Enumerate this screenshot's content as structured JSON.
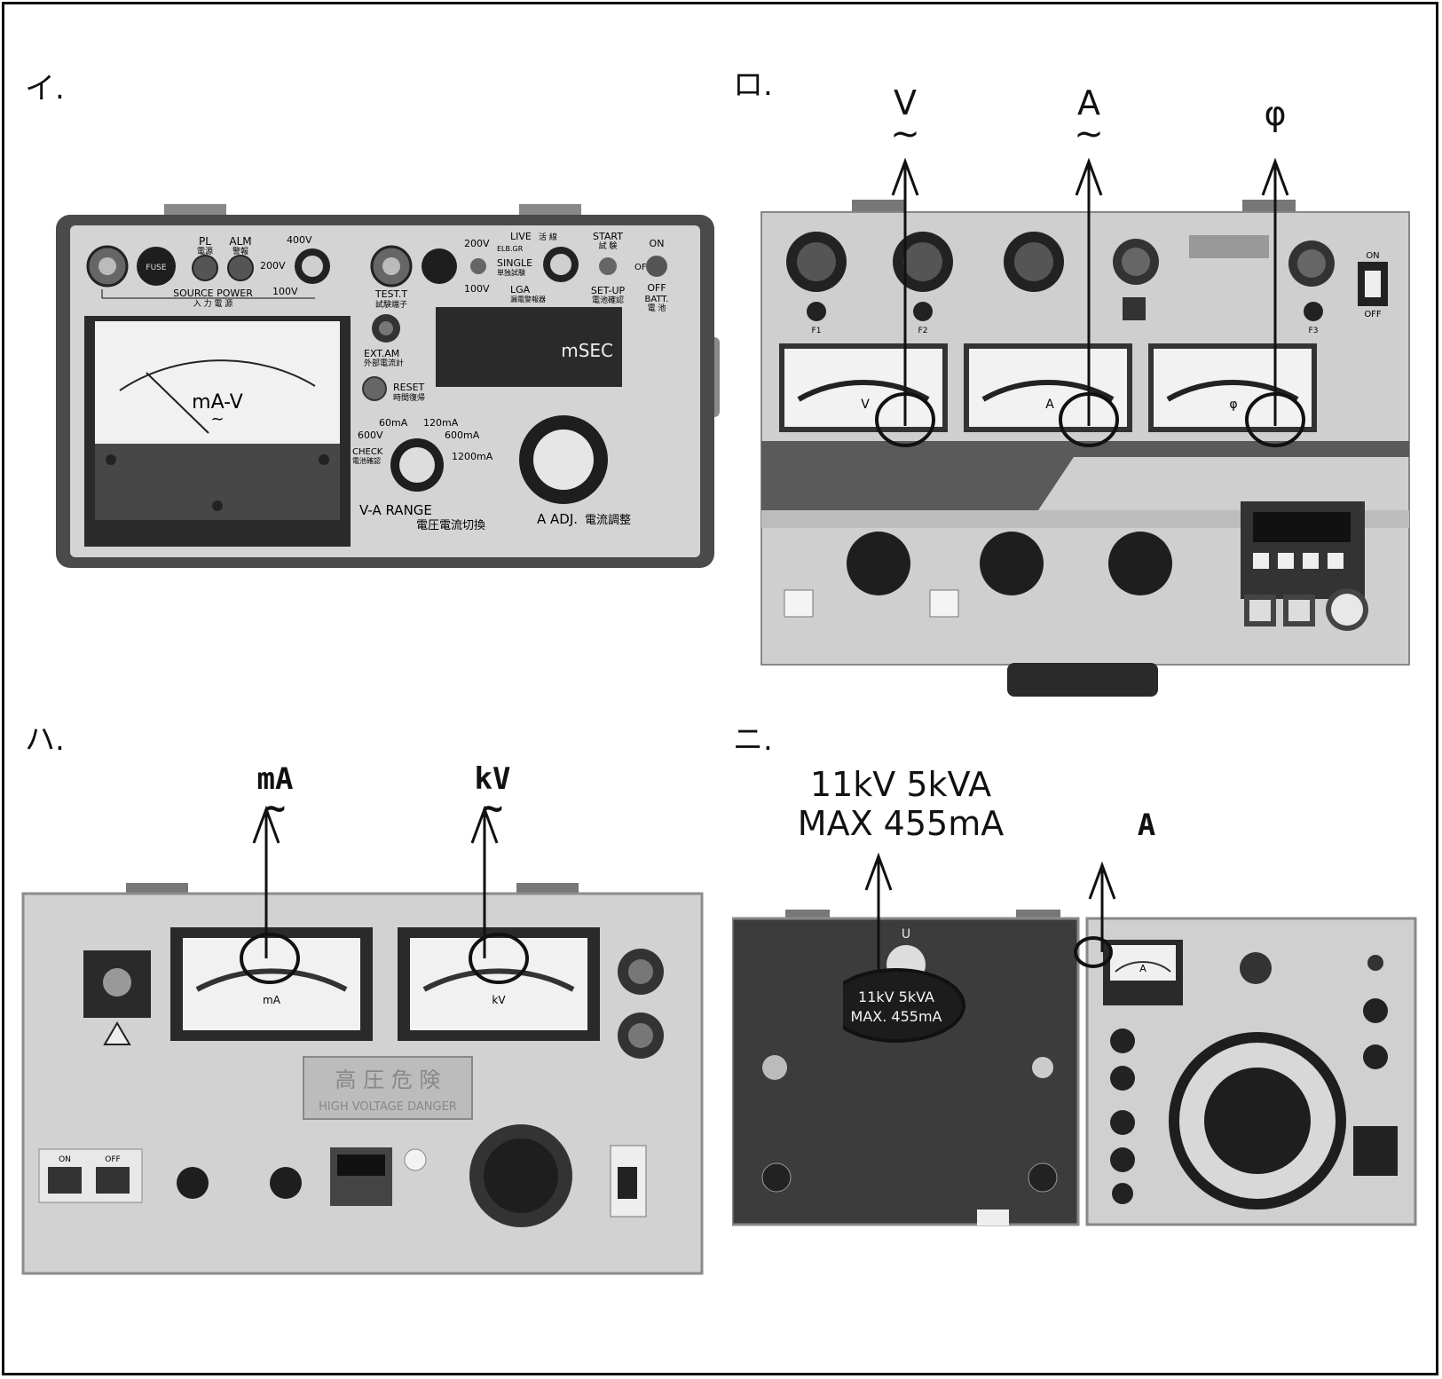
{
  "labels": {
    "i": "イ.",
    "ro": "ロ.",
    "ha": "ハ.",
    "ni": "ニ."
  },
  "panel_i": {
    "pl": "PL",
    "pl_jp": "電源",
    "alm": "ALM",
    "alm_jp": "警報",
    "v400": "400V",
    "v200": "200V",
    "v100": "100V",
    "source_power": "SOURCE POWER",
    "source_power_jp": "入 力 電 源",
    "test_t": "TEST.T",
    "test_t_jp": "試験端子",
    "live": "LIVE",
    "live_jp": "活 線",
    "v200b": "200V",
    "v100b": "100V",
    "single": "SINGLE",
    "single_jp": "単独試験",
    "elr": "ELB.GR",
    "lga": "LGA",
    "lga_jp": "漏電警報器",
    "start": "START",
    "start_jp": "試 験",
    "setup": "SET-UP",
    "setup_jp": "電池確認",
    "on": "ON",
    "off": "OFF",
    "off_batt": "OFF",
    "batt": "BATT.",
    "batt_jp": "電 池",
    "fuse": "FUSE",
    "ext_am": "EXT.AM",
    "ext_am_jp": "外部電流計",
    "reset": "RESET",
    "reset_jp": "時間復帰",
    "msec": "mSEC",
    "meter_unit": "mA-V",
    "meter_tilde": "~",
    "ma60": "60mA",
    "ma120": "120mA",
    "v600": "600V",
    "ma600": "600mA",
    "ma1200": "1200mA",
    "check": "CHECK",
    "check_jp": "電池確認",
    "va_range": "V-A RANGE",
    "va_range_jp": "電圧電流切換",
    "a_adj": "A ADJ.",
    "a_adj_jp": "電流調整"
  },
  "panel_ro": {
    "callouts": [
      {
        "symbol": "V",
        "tilde": "~"
      },
      {
        "symbol": "A",
        "tilde": "~"
      },
      {
        "symbol": "φ",
        "tilde": ""
      }
    ],
    "meter_faces": [
      "V",
      "A",
      "φ"
    ],
    "f1": "F1",
    "f2": "F2",
    "f3": "F3",
    "on": "ON",
    "off": "OFF"
  },
  "panel_ha": {
    "callouts": [
      {
        "symbol": "mA",
        "tilde": "~"
      },
      {
        "symbol": "kV",
        "tilde": "~"
      }
    ],
    "meter_faces": [
      "mA",
      "kV"
    ],
    "danger_jp": "高 圧 危 険",
    "danger_en": "HIGH VOLTAGE DANGER",
    "on": "ON",
    "off": "OFF"
  },
  "panel_ni": {
    "spec_line1": "11kV  5kVA",
    "spec_line2": "MAX  455mA",
    "plate_line1": "11kV  5kVA",
    "plate_line2": "MAX. 455mA",
    "u_label": "U",
    "callout_a": "A",
    "meter_face": "A"
  }
}
